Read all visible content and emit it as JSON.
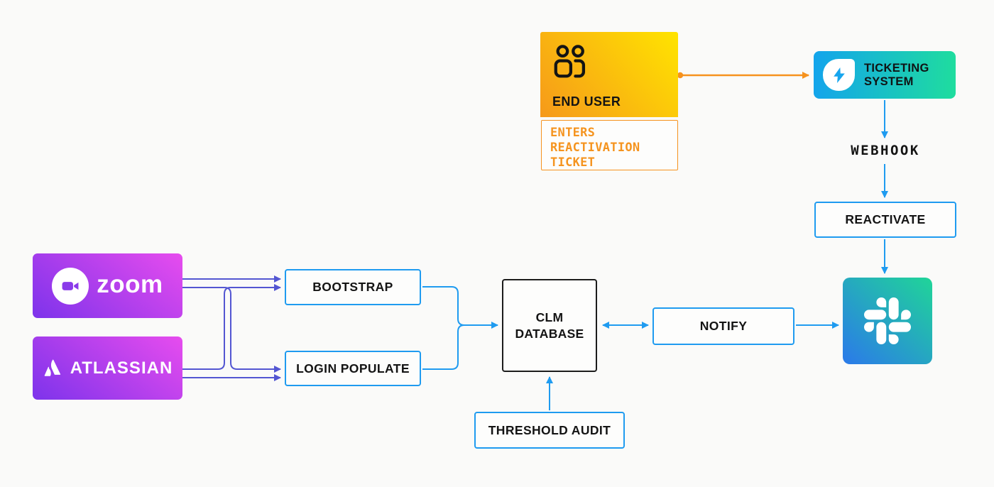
{
  "diagram": {
    "background": "#fafaf9",
    "colors": {
      "orange": "#f6921e",
      "blue": "#1f9bf0",
      "indigo": "#5356d2",
      "black_border": "#1c1c1c",
      "yellow_gradient": [
        "#f6991a",
        "#ffe400"
      ],
      "teal_gradient": [
        "#13a4ec",
        "#1fdd9e"
      ],
      "purple_gradient": [
        "#7d33eb",
        "#e74cee"
      ],
      "slack_gradient": [
        "#2b79ea",
        "#20d598"
      ]
    },
    "nodes": {
      "end_user": {
        "title": "END USER",
        "note": "ENTERS REACTIVATION TICKET",
        "icon": "users-icon"
      },
      "ticketing_system": {
        "title": "TICKETING SYSTEM",
        "icon": "bolt-icon"
      },
      "webhook": {
        "label": "WEBHOOK"
      },
      "reactivate": {
        "label": "REACTIVATE"
      },
      "zoom": {
        "brand": "zoom",
        "icon": "zoom-camera-icon"
      },
      "atlassian": {
        "brand": "ATLASSIAN",
        "icon": "atlassian-logo-icon"
      },
      "bootstrap": {
        "label": "BOOTSTRAP"
      },
      "login_populate": {
        "label": "LOGIN POPULATE"
      },
      "clm_database": {
        "label": "CLM DATABASE"
      },
      "notify": {
        "label": "NOTIFY"
      },
      "threshold_audit": {
        "label": "THRESHOLD AUDIT"
      },
      "slack": {
        "icon": "slack-logo-icon"
      }
    },
    "edges": [
      {
        "from": "end_user",
        "to": "ticketing_system",
        "color": "orange"
      },
      {
        "from": "ticketing_system",
        "to": "webhook",
        "color": "blue"
      },
      {
        "from": "webhook",
        "to": "reactivate",
        "color": "blue"
      },
      {
        "from": "reactivate",
        "to": "slack",
        "color": "blue"
      },
      {
        "from": "zoom",
        "to": "bootstrap",
        "color": "indigo"
      },
      {
        "from": "zoom",
        "to": "login_populate",
        "color": "indigo"
      },
      {
        "from": "atlassian",
        "to": "bootstrap",
        "color": "indigo"
      },
      {
        "from": "atlassian",
        "to": "login_populate",
        "color": "indigo"
      },
      {
        "from": "bootstrap",
        "to": "clm_database",
        "color": "blue",
        "merged": true
      },
      {
        "from": "login_populate",
        "to": "clm_database",
        "color": "blue",
        "merged": true
      },
      {
        "from": "clm_database",
        "to": "notify",
        "color": "blue",
        "bidirectional": true
      },
      {
        "from": "notify",
        "to": "slack",
        "color": "blue"
      },
      {
        "from": "threshold_audit",
        "to": "clm_database",
        "color": "blue"
      }
    ]
  }
}
